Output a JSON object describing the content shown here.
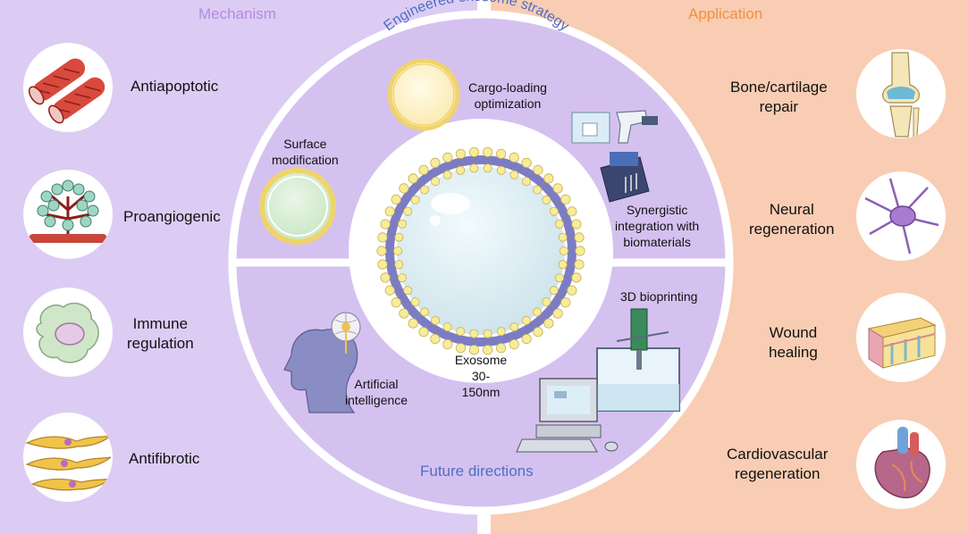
{
  "mechanism": {
    "title": "Mechanism",
    "items": [
      {
        "lines": [
          "Antiapoptotic"
        ],
        "icon": "blood-vessel-icon"
      },
      {
        "lines": [
          "Proangiogenic"
        ],
        "icon": "angiogenesis-icon"
      },
      {
        "lines": [
          "Immune",
          "regulation"
        ],
        "icon": "macrophage-icon"
      },
      {
        "lines": [
          "Antifibrotic"
        ],
        "icon": "fibroblast-icon"
      }
    ]
  },
  "application": {
    "title": "Application",
    "items": [
      {
        "lines": [
          "Bone/cartilage",
          "repair"
        ],
        "icon": "knee-joint-icon"
      },
      {
        "lines": [
          "Neural",
          "regeneration"
        ],
        "icon": "neuron-icon"
      },
      {
        "lines": [
          "Wound",
          "healing"
        ],
        "icon": "skin-tissue-icon"
      },
      {
        "lines": [
          "Cardiovascular",
          "regeneration"
        ],
        "icon": "heart-icon"
      }
    ]
  },
  "center": {
    "strategy_title": "Engineered exosome strategy",
    "future_title": "Future directions",
    "exosome": {
      "lines": [
        "Exosome",
        "30-150nm"
      ]
    },
    "strategies": [
      {
        "lines": [
          "Cargo-loading",
          "optimization"
        ],
        "icon": "loaded-vesicle-icon"
      },
      {
        "lines": [
          "Surface",
          "modification"
        ],
        "icon": "modified-vesicle-icon"
      },
      {
        "lines": [
          "Synergistic",
          "integration with",
          "biomaterials"
        ],
        "icon": "lab-equipment-icon"
      }
    ],
    "future": [
      {
        "lines": [
          "3D bioprinting"
        ],
        "icon": "bioprinter-icon"
      },
      {
        "lines": [
          "Artificial",
          "intelligence"
        ],
        "icon": "ai-head-icon"
      }
    ]
  },
  "colors": {
    "mechanism_bg": "#dcccf4",
    "application_bg": "#f8cdb3",
    "mechanism_title": "#b48ae0",
    "application_title": "#f0913f",
    "section_title": "#4f6fc2",
    "ring": "#d4c1f0"
  }
}
